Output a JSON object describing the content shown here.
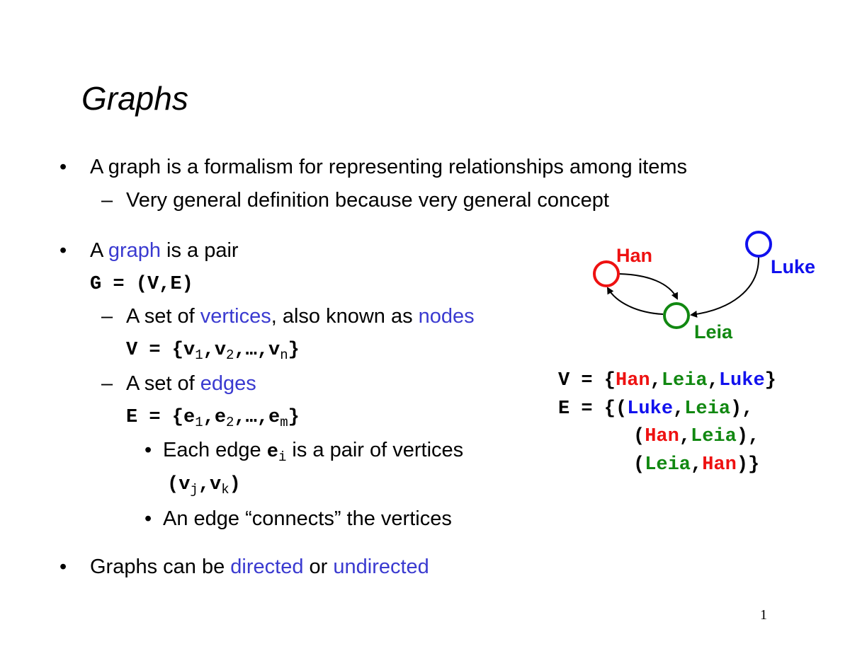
{
  "slide": {
    "title": "Graphs",
    "page_number": "1",
    "bullet_glyph": "•",
    "dash_glyph": "–",
    "bullets": {
      "b1": {
        "text": "A graph is a formalism for representing relationships among items"
      },
      "b1_sub1": {
        "text": "Very general definition because very general concept"
      },
      "b2": {
        "pre": "A ",
        "hl": "graph",
        "post": " is a pair"
      },
      "b2_formula": "G = (V,E)",
      "b2_sub1": {
        "pre": "A set of ",
        "hl1": "vertices",
        "mid": ", also known as ",
        "hl2": "nodes"
      },
      "b2_sub1_formula": {
        "pre": "V = {v",
        "s1": "1",
        "c1": ",v",
        "s2": "2",
        "c2": ",…,v",
        "s3": "n",
        "post": "}"
      },
      "b2_sub2": {
        "pre": "A set of ",
        "hl": "edges"
      },
      "b2_sub2_formula": {
        "pre": "E = {e",
        "s1": "1",
        "c1": ",e",
        "s2": "2",
        "c2": ",…,e",
        "s3": "m",
        "post": "}"
      },
      "b2_sub2_item1": {
        "pre": "Each edge ",
        "code": "e",
        "sub": "i",
        "post": " is a pair of vertices"
      },
      "b2_sub2_item1_formula": {
        "pre": "(v",
        "s1": "j",
        "mid": ",v",
        "s2": "k",
        "post": ")"
      },
      "b2_sub2_item2": {
        "text": "An edge “connects” the vertices"
      },
      "b3": {
        "pre": "Graphs can be ",
        "hl1": "directed",
        "mid": " or ",
        "hl2": "undirected"
      }
    },
    "example": {
      "nodes": [
        {
          "name": "Han",
          "color": "#ee1111"
        },
        {
          "name": "Leia",
          "color": "#118811"
        },
        {
          "name": "Luke",
          "color": "#1111ee"
        }
      ],
      "edges": [
        {
          "from": "Luke",
          "to": "Leia"
        },
        {
          "from": "Han",
          "to": "Leia"
        },
        {
          "from": "Leia",
          "to": "Han"
        }
      ],
      "v_set": {
        "prefix": "V = {",
        "n1": "Han",
        "c1": ",",
        "n2": "Leia",
        "c2": ",",
        "n3": "Luke",
        "suffix": "}"
      },
      "e_set": {
        "line1": {
          "prefix": "E = {(",
          "a": "Luke",
          "c": ",",
          "b": "Leia",
          "suffix": "),"
        },
        "line2": {
          "prefix": "(",
          "a": "Han",
          "c": ",",
          "b": "Leia",
          "suffix": "),"
        },
        "line3": {
          "prefix": "(",
          "a": "Leia",
          "c": ",",
          "b": "Han",
          "suffix": ")}"
        }
      }
    },
    "colors": {
      "highlight": "#3a3ad0",
      "han": "#ee1111",
      "leia": "#118811",
      "luke": "#1111ee"
    }
  }
}
